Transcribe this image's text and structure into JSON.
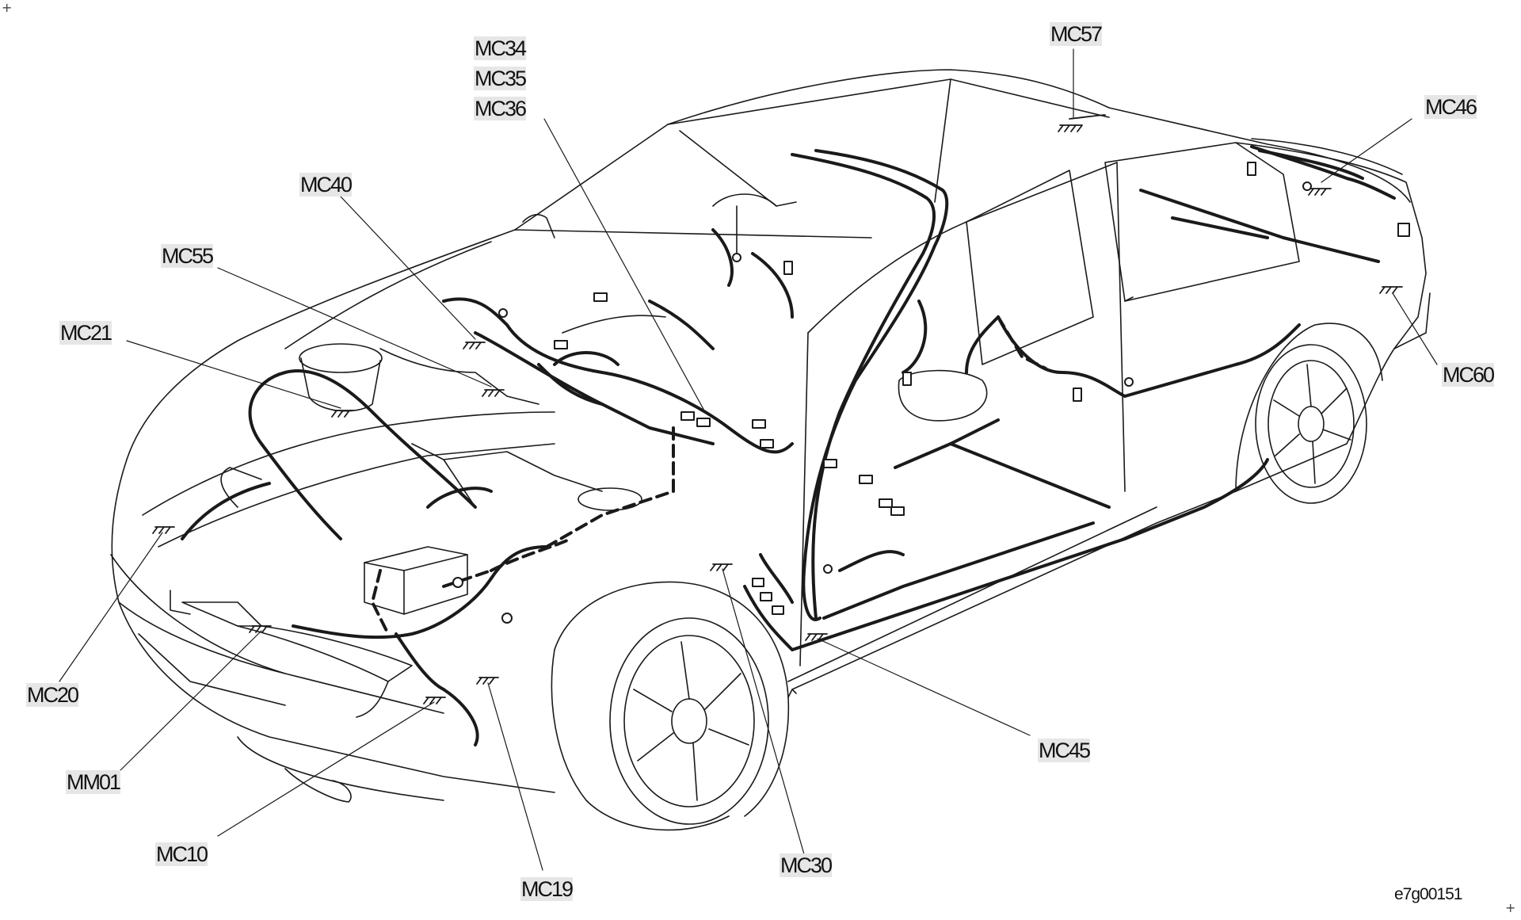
{
  "labels": {
    "mc34": "MC34",
    "mc35": "MC35",
    "mc36": "MC36",
    "mc57": "MC57",
    "mc46": "MC46",
    "mc40": "MC40",
    "mc55": "MC55",
    "mc21": "MC21",
    "mc60": "MC60",
    "mc20": "MC20",
    "mm01": "MM01",
    "mc10": "MC10",
    "mc19": "MC19",
    "mc30": "MC30",
    "mc45": "MC45"
  },
  "reference_code": "e7g00151",
  "colors": {
    "line": "#1a1a1a",
    "label_background": "#e6e6e6"
  },
  "icons": {
    "crop_mark": "+",
    "ground_symbol": "earth-ground"
  }
}
